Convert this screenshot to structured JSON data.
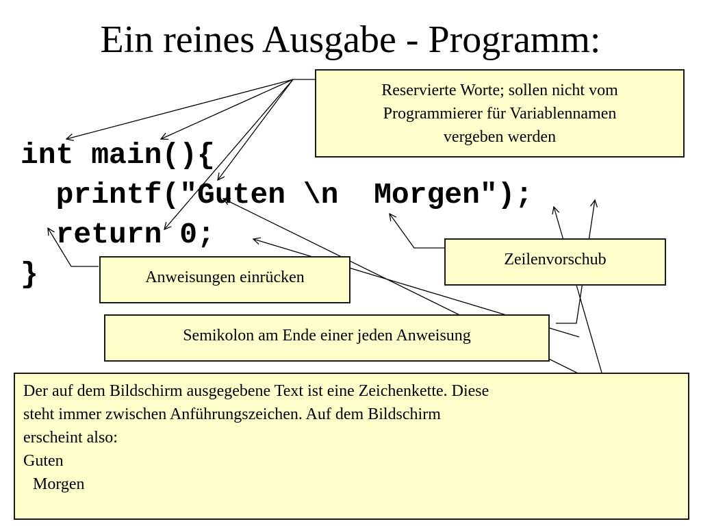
{
  "slide": {
    "title": "Ein reines Ausgabe - Programm:"
  },
  "code": {
    "lines": [
      "int main(){",
      "  printf(\"Guten \\n  Morgen\");",
      "  return 0;",
      "}"
    ]
  },
  "callouts": {
    "reserved": {
      "lines": [
        "Reservierte Worte; sollen nicht vom",
        "Programmierer für Variablennamen",
        "vergeben werden"
      ]
    },
    "newline": {
      "text": "Zeilenvorschub"
    },
    "indent": {
      "text": "Anweisungen einrücken"
    },
    "semicolon": {
      "text": "Semikolon am Ende einer jeden Anweisung"
    },
    "string": {
      "lines": [
        "Der auf dem Bildschirm ausgegebene Text ist eine Zeichenkette. Diese",
        "steht immer zwischen Anführungszeichen. Auf dem Bildschirm",
        "erscheint also:",
        "Guten",
        "Morgen"
      ]
    }
  }
}
